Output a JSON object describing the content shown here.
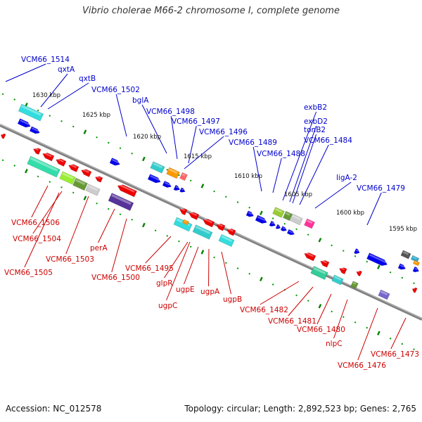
{
  "title": "Vibrio cholerae M66-2 chromosome I, complete genome",
  "footer": {
    "accession": "Accession: NC_012578",
    "summary": "Topology: circular; Length: 2,892,523 bp; Genes: 2,765"
  },
  "colors": {
    "backbone": "#808080",
    "forward_label": "#0000cc",
    "reverse_label": "#cc0000",
    "tick_major": "#008000",
    "tick_minor": "#009900",
    "kbp_label": "#111111"
  },
  "kbp_labels": [
    "1630 kbp",
    "1625 kbp",
    "1620 kbp",
    "1615 kbp",
    "1610 kbp",
    "1605 kbp",
    "1600 kbp",
    "1595 kbp"
  ],
  "forward_genes": [
    "VCM66_1514",
    "qxtA",
    "qxtB",
    "VCM66_1502",
    "bglA",
    "VCM66_1498",
    "VCM66_1497",
    "VCM66_1496",
    "VCM66_1489",
    "VCM66_1488",
    "exbB2",
    "exbD2",
    "tonB2",
    "VCM66_1484",
    "ligA-2",
    "VCM66_1479"
  ],
  "reverse_genes": [
    "VCM66_1506",
    "VCM66_1504",
    "VCM66_1505",
    "VCM66_1503",
    "perA",
    "VCM66_1500",
    "VCM66_1495",
    "glpR",
    "ugpE",
    "ugpC",
    "ugpA",
    "ugpB",
    "VCM66_1482",
    "VCM66_1481",
    "VCM66_1480",
    "nlpC",
    "VCM66_1476",
    "VCM66_1473"
  ]
}
